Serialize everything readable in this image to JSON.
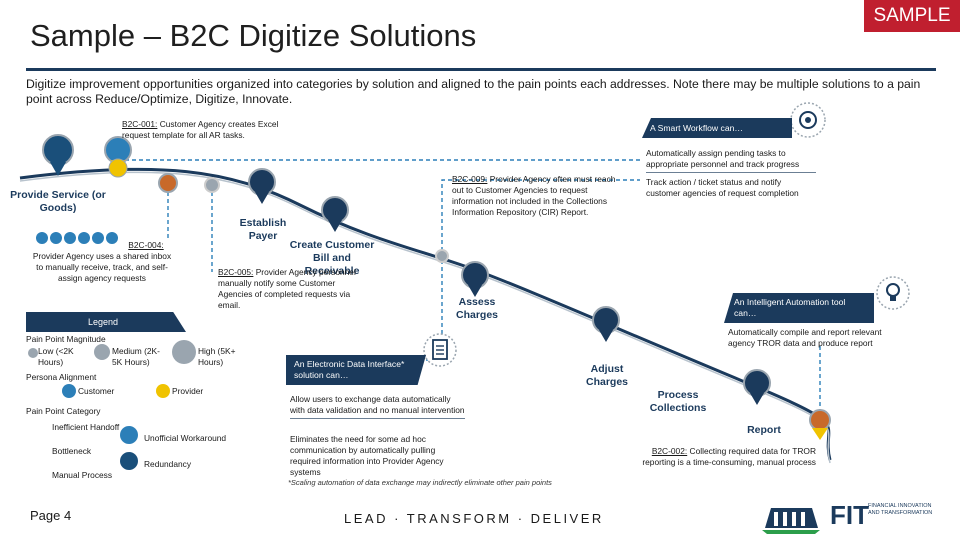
{
  "header": {
    "title": "Sample – B2C Digitize Solutions",
    "badge": "SAMPLE",
    "intro": "Digitize improvement opportunities organized into categories by solution and aligned to the pain points each addresses. Note there may be multiple solutions to a pain point across Reduce/Optimize, Digitize, Innovate."
  },
  "stages": {
    "provide_service": "Provide Service (or Goods)",
    "establish_payer": "Establish Payer",
    "create_bill": "Create Customer Bill and Receivable",
    "assess_charges": "Assess Charges",
    "adjust_charges": "Adjust Charges",
    "process_collections": "Process Collections",
    "report": "Report"
  },
  "pain_points": {
    "b2c001": {
      "code": "B2C-001:",
      "text": "Customer Agency creates Excel request template for all AR tasks."
    },
    "b2c004": {
      "code": "B2C-004:",
      "text": "Provider Agency uses a shared inbox to manually receive, track, and self-assign agency requests"
    },
    "b2c005": {
      "code": "B2C-005:",
      "text": "Provider Agency personnel manually notify some Customer Agencies of completed requests via email."
    },
    "b2c009": {
      "code": "B2C-009:",
      "text": "Provider Agency often must reach out to Customer Agencies to request information not included in the Collections Information Repository (CIR) Report."
    },
    "b2c002": {
      "code": "B2C-002:",
      "text": "Collecting required data for TROR reporting is a time-consuming, manual process"
    }
  },
  "solutions": {
    "smart_workflow": {
      "header": "A Smart Workflow can…",
      "items": [
        "Automatically assign pending tasks to appropriate personnel and track progress",
        "Track action / ticket status and notify customer agencies of request completion"
      ],
      "icon": "workflow-gear-icon"
    },
    "intelligent_automation": {
      "header": "An Intelligent Automation tool can…",
      "items": [
        "Automatically compile and report relevant agency TROR data and produce report"
      ],
      "icon": "lightbulb-icon"
    },
    "edi": {
      "header": "An Electronic Data Interface* solution can…",
      "items": [
        "Allow users to exchange data automatically with data validation and no manual intervention",
        "Eliminates the need for some ad hoc communication by automatically pulling required information into Provider Agency systems"
      ],
      "footnote": "*Scaling automation of data exchange may indirectly eliminate other pain points",
      "icon": "document-icon"
    }
  },
  "legend": {
    "title": "Legend",
    "magnitude_label": "Pain Point Magnitude",
    "magnitude": [
      {
        "label": "Low (<2K Hours)"
      },
      {
        "label": "Medium (2K-5K Hours)"
      },
      {
        "label": "High (5K+ Hours)"
      }
    ],
    "persona_label": "Persona Alignment",
    "persona": [
      {
        "label": "Customer",
        "color": "#2c7fb8"
      },
      {
        "label": "Provider",
        "color": "#f0c300"
      }
    ],
    "category_label": "Pain Point Category",
    "category": [
      {
        "label": "Inefficient Handoff",
        "color": "#2c7fb8"
      },
      {
        "label": "Unofficial Workaround",
        "color": "#1b3a5c"
      },
      {
        "label": "Bottleneck",
        "color": "#c8692a"
      },
      {
        "label": "Redundancy",
        "color": "#9aa5af"
      },
      {
        "label": "Manual Process",
        "color": "#1a4f7a"
      }
    ]
  },
  "footer": {
    "page": "Page 4",
    "tagline": "LEAD · TRANSFORM · DELIVER",
    "logo_text": "FIT",
    "logo_sub": "FINANCIAL INNOVATION AND TRANSFORMATION"
  },
  "colors": {
    "navy": "#1b3a5c",
    "blue": "#2c7fb8",
    "dark_blue": "#1a4f7a",
    "orange": "#c8692a",
    "gray": "#9aa5af",
    "yellow": "#f0c300",
    "badge_red": "#c01f2f"
  }
}
